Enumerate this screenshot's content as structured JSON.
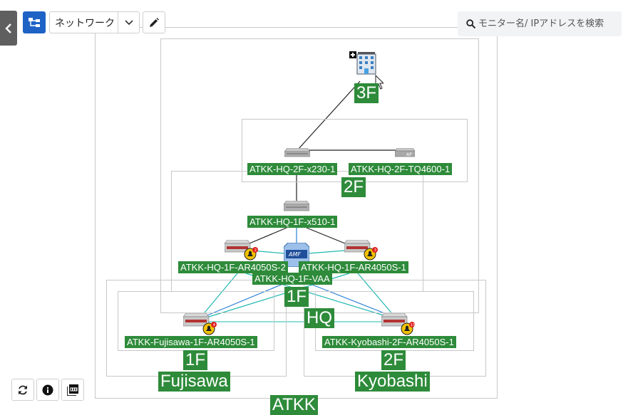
{
  "toolbar": {
    "view_label": "ネットワーク",
    "search_placeholder": "モニター名/ IPアドレスを検索"
  },
  "map": {
    "groups": {
      "atkk": "ATKK",
      "hq": "HQ",
      "hq_3f": "3F",
      "hq_2f": "2F",
      "hq_1f": "1F",
      "fujisawa": "Fujisawa",
      "fujisawa_1f": "1F",
      "kyobashi": "Kyobashi",
      "kyobashi_2f": "2F"
    },
    "nodes": {
      "hq_2f_x230": "ATKK-HQ-2F-x230-1",
      "hq_2f_tq4600": "ATKK-HQ-2F-TQ4600-1",
      "hq_1f_x510": "ATKK-HQ-1F-x510-1",
      "hq_1f_ar4050s_2": "ATKK-HQ-1F-AR4050S-2",
      "hq_1f_ar4050s_1": "ATKK-HQ-1F-AR4050S-1",
      "hq_1f_vaa": "ATKK-HQ-1F-VAA",
      "fujisawa_ar": "ATKK-Fujisawa-1F-AR4050S-1",
      "kyobashi_ar": "ATKK-Kyobashi-2F-AR4050S-1"
    },
    "badges": {
      "ar2": "2",
      "ar1": "3",
      "fujisawa": "4",
      "kyobashi": "13"
    },
    "device_marks": {
      "ap": "AP",
      "amf": "AMF"
    }
  },
  "colors": {
    "accent": "#1f62c6",
    "group_label": "#2e8b3a",
    "link_black": "#222222",
    "link_blue": "#2a7fd4",
    "link_teal": "#1fb8b0",
    "alarm": "#f2c200",
    "alarm_badge": "#e02020"
  },
  "icons": {
    "collapse": "chevron-left-icon",
    "topology": "topology-tree-icon",
    "dropdown": "chevron-down-icon",
    "edit": "pencil-icon",
    "search": "search-icon",
    "refresh": "refresh-icon",
    "info": "info-icon",
    "pdf": "pdf-icon"
  }
}
